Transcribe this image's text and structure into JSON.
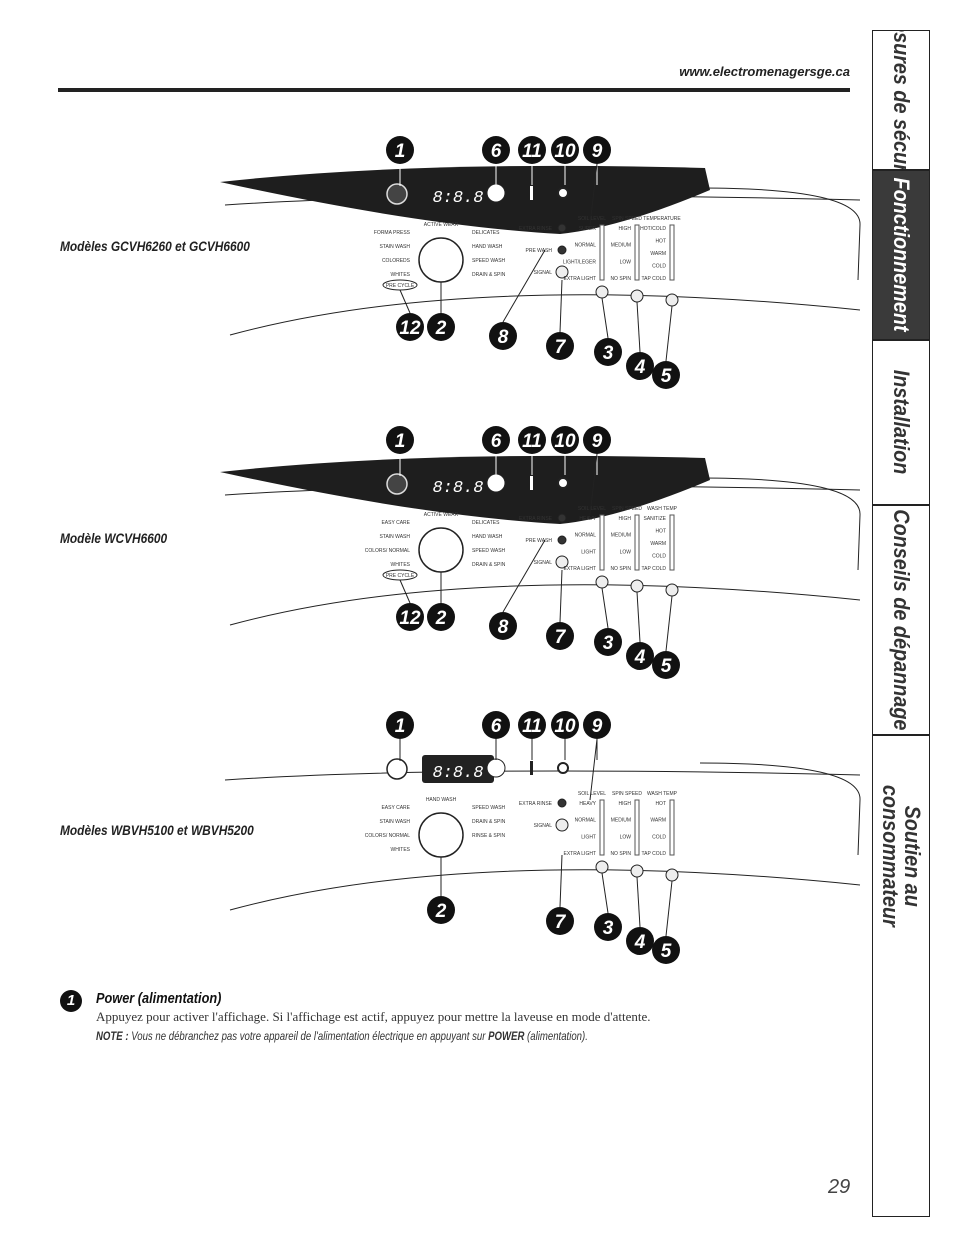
{
  "header": {
    "url": "www.electromenagersge.ca"
  },
  "panels": [
    {
      "model": "Modèles GCVH6260 et GCVH6600",
      "dark_band": true,
      "top_callouts": [
        "1",
        "6",
        "11",
        "10",
        "9"
      ],
      "bottom_callouts": [
        "12",
        "2",
        "8",
        "7",
        "3",
        "4",
        "5"
      ],
      "display": "8:8.8",
      "dial_left": [
        "FORMA PRESS",
        "STAIN WASH",
        "COLOREDS",
        "WHITES"
      ],
      "dial_top": "ACTIVE WEAR",
      "dial_right": [
        "DELICATES",
        "HAND WASH",
        "SPEED WASH",
        "DRAIN & SPIN"
      ],
      "precycle": "PRE CYCLE",
      "options": [
        "EXTRA RINSE",
        "PRE WASH",
        "SIGNAL"
      ],
      "columns": [
        {
          "title": "SOIL LEVEL",
          "items": [
            "SUPER",
            "NORMAL",
            "LIGHT/LEGER",
            "EXTRA LIGHT"
          ]
        },
        {
          "title": "SPIN SPEED",
          "items": [
            "HIGH",
            "MEDIUM",
            "LOW",
            "NO SPIN"
          ]
        },
        {
          "title": "TEMPERATURE",
          "items": [
            "HOT/COLD",
            "HOT",
            "WARM",
            "COLD",
            "TAP COLD"
          ]
        }
      ]
    },
    {
      "model": "Modèle WCVH6600",
      "dark_band": true,
      "top_callouts": [
        "1",
        "6",
        "11",
        "10",
        "9"
      ],
      "bottom_callouts": [
        "12",
        "2",
        "8",
        "7",
        "3",
        "4",
        "5"
      ],
      "display": "8:8.8",
      "dial_left": [
        "EASY CARE",
        "STAIN WASH",
        "COLORS/ NORMAL",
        "WHITES"
      ],
      "dial_top": "ACTIVE WEAR",
      "dial_right": [
        "DELICATES",
        "HAND WASH",
        "SPEED WASH",
        "DRAIN & SPIN"
      ],
      "precycle": "PRE CYCLE",
      "options": [
        "EXTRA RINSE",
        "PRE WASH",
        "SIGNAL"
      ],
      "columns": [
        {
          "title": "SOIL LEVEL",
          "items": [
            "HEAVY",
            "NORMAL",
            "LIGHT",
            "EXTRA LIGHT"
          ]
        },
        {
          "title": "SPIN SPEED",
          "items": [
            "HIGH",
            "MEDIUM",
            "LOW",
            "NO SPIN"
          ]
        },
        {
          "title": "WASH TEMP",
          "items": [
            "SANITIZE",
            "HOT",
            "WARM",
            "COLD",
            "TAP COLD"
          ]
        }
      ]
    },
    {
      "model": "Modèles WBVH5100 et WBVH5200",
      "dark_band": false,
      "top_callouts": [
        "1",
        "6",
        "11",
        "10",
        "9"
      ],
      "bottom_callouts": [
        "2",
        "7",
        "3",
        "4",
        "5"
      ],
      "display": "8:8.8",
      "dial_left": [
        "EASY CARE",
        "STAIN WASH",
        "COLORS/ NORMAL",
        "WHITES"
      ],
      "dial_top": "HAND WASH",
      "dial_right": [
        "SPEED WASH",
        "DRAIN & SPIN",
        "RINSE & SPIN"
      ],
      "precycle": "",
      "options": [
        "EXTRA RINSE",
        "SIGNAL"
      ],
      "columns": [
        {
          "title": "SOIL LEVEL",
          "items": [
            "HEAVY",
            "NORMAL",
            "LIGHT",
            "EXTRA LIGHT"
          ]
        },
        {
          "title": "SPIN SPEED",
          "items": [
            "HIGH",
            "MEDIUM",
            "LOW",
            "NO SPIN"
          ]
        },
        {
          "title": "WASH TEMP",
          "items": [
            "HOT",
            "WARM",
            "COLD",
            "TAP COLD"
          ]
        }
      ]
    }
  ],
  "section": {
    "number": "1",
    "title": "Power (alimentation)",
    "body": "Appuyez pour activer l'affichage. Si l'affichage est actif, appuyez pour mettre la laveuse en mode d'attente.",
    "note_label": "NOTE :",
    "note_text": " Vous ne débranchez pas votre appareil de l'alimentation électrique en appuyant sur ",
    "note_power": "POWER",
    "note_end": " (alimentation)."
  },
  "side_tabs": [
    {
      "label": "Mesures de sécurité",
      "active": false
    },
    {
      "label": "Fonctionnement",
      "active": true
    },
    {
      "label": "Installation",
      "active": false
    },
    {
      "label": "Conseils de dépannage",
      "active": false
    },
    {
      "label": "Soutien au\nconsommateur",
      "active": false
    }
  ],
  "page_number": "29"
}
